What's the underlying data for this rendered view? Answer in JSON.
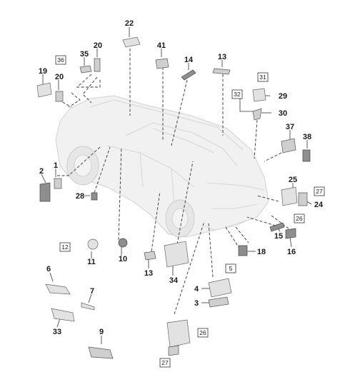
{
  "labels": {
    "n1": "1",
    "n2": "2",
    "n3": "3",
    "n4": "4",
    "n6": "6",
    "n7": "7",
    "n9": "9",
    "n10": "10",
    "n11": "11",
    "n13a": "13",
    "n13b": "13",
    "n14": "14",
    "n15": "15",
    "n16": "16",
    "n18": "18",
    "n19": "19",
    "n20a": "20",
    "n20b": "20",
    "n22": "22",
    "n24": "24",
    "n25": "25",
    "n28": "28",
    "n29": "29",
    "n30": "30",
    "n33": "33",
    "n34": "34",
    "n35": "35",
    "n37": "37",
    "n38": "38",
    "n41": "41"
  },
  "boxed": {
    "b5": "5",
    "b12": "12",
    "b26a": "26",
    "b26b": "26",
    "b27a": "27",
    "b27b": "27",
    "b31": "31",
    "b32": "32",
    "b36": "36"
  }
}
